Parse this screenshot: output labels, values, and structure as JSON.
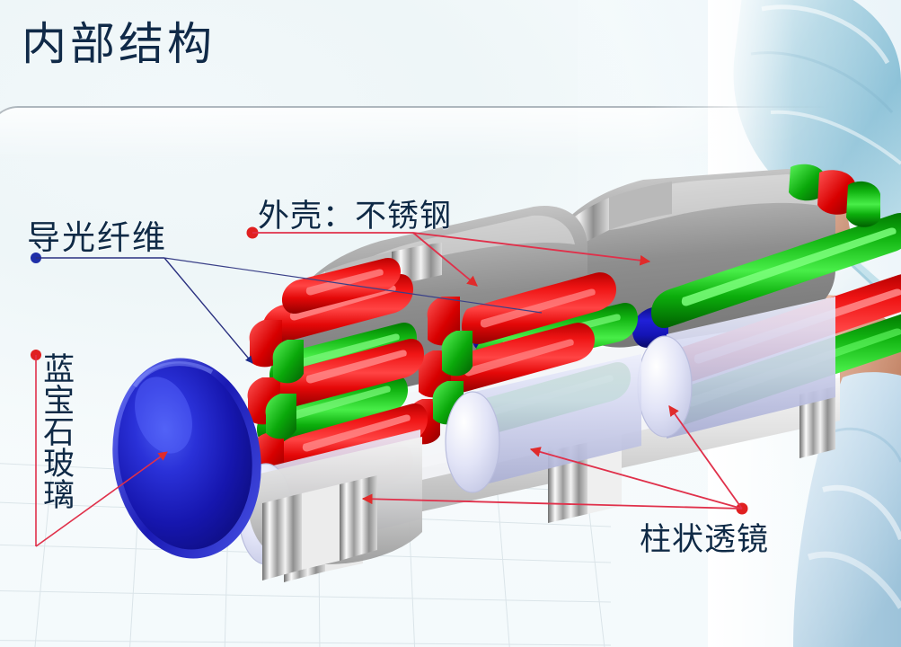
{
  "slide": {
    "title": "内部结构",
    "background_color": "#f3f9fb",
    "title_color": "#102a48"
  },
  "labels": [
    {
      "id": "fiber",
      "text": "导光纤维",
      "marker_color": "#1f2fa8",
      "leader_color": "#2a2f78",
      "orientation": "horizontal"
    },
    {
      "id": "shell",
      "text": "外壳：不锈钢",
      "marker_color": "#e02020",
      "leader_color": "#e0304a",
      "orientation": "horizontal"
    },
    {
      "id": "sapphire",
      "text": "蓝宝石玻璃",
      "marker_color": "#e02020",
      "leader_color": "#e0304a",
      "orientation": "vertical"
    },
    {
      "id": "lens",
      "text": "柱状透镜",
      "marker_color": "#e02020",
      "leader_color": "#e0304a",
      "orientation": "horizontal"
    }
  ],
  "diagram": {
    "name": "endoscope-tip-cutaway",
    "parts": {
      "shell": {
        "name": "不锈钢外壳",
        "color": "#9a9a9a"
      },
      "sapphire_window": {
        "name": "蓝宝石玻璃窗",
        "color": "#1414c8"
      },
      "cylindrical_lens": {
        "name": "柱状透镜",
        "color": "#c9cbe8"
      },
      "fiber_red": {
        "name": "导光纤维（红）",
        "color": "#dc0a0a"
      },
      "fiber_green": {
        "name": "导光纤维（绿）",
        "color": "#0aaa0a"
      },
      "fiber_blue": {
        "name": "导光纤维（蓝）",
        "color": "#1414c8"
      }
    },
    "lens_count": 3,
    "segment_count": 3
  },
  "photo": {
    "subject": "surgeon-wearing-scrub-cap-and-mask",
    "palette": {
      "scrub": "#bddbe8",
      "skin": "#d9a184",
      "gown": "#cfe3ef"
    }
  }
}
